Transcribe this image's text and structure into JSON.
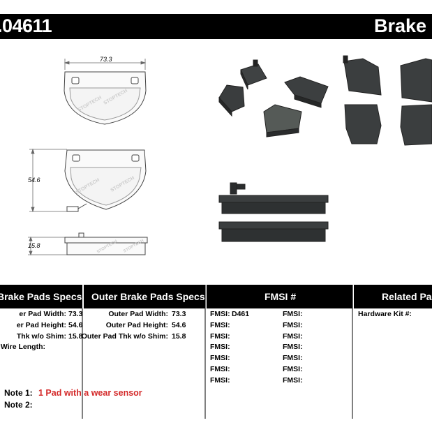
{
  "header": {
    "part_number": ".04611",
    "title": "Brake F"
  },
  "dimensions": {
    "width": "73.3",
    "height": "54.6",
    "thickness": "15.8"
  },
  "sections": {
    "inner": {
      "heading": "Brake Pads Specs",
      "rows": [
        {
          "label": "er Pad Width:",
          "value": "73.3"
        },
        {
          "label": "er Pad Height:",
          "value": "54.6"
        },
        {
          "label": "Thk w/o Shim:",
          "value": "15.8"
        },
        {
          "label": "r Wire Length:",
          "value": ""
        }
      ]
    },
    "outer": {
      "heading": "Outer Brake Pads Specs",
      "rows": [
        {
          "label": "Outer Pad Width:",
          "value": "73.3"
        },
        {
          "label": "Outer Pad Height:",
          "value": "54.6"
        },
        {
          "label": "Outer Pad Thk w/o Shim:",
          "value": "15.8"
        }
      ]
    },
    "fmsi": {
      "heading": "FMSI #",
      "left": [
        {
          "label": "FMSI:",
          "value": "D461"
        },
        {
          "label": "FMSI:",
          "value": ""
        },
        {
          "label": "FMSI:",
          "value": ""
        },
        {
          "label": "FMSI:",
          "value": ""
        },
        {
          "label": "FMSI:",
          "value": ""
        },
        {
          "label": "FMSI:",
          "value": ""
        },
        {
          "label": "FMSI:",
          "value": ""
        }
      ],
      "right": [
        {
          "label": "FMSI:",
          "value": ""
        },
        {
          "label": "FMSI:",
          "value": ""
        },
        {
          "label": "FMSI:",
          "value": ""
        },
        {
          "label": "FMSI:",
          "value": ""
        },
        {
          "label": "FMSI:",
          "value": ""
        },
        {
          "label": "FMSI:",
          "value": ""
        },
        {
          "label": "FMSI:",
          "value": ""
        }
      ]
    },
    "related": {
      "heading": "Related Pa",
      "hardware_label": "Hardware Kit #:"
    }
  },
  "notes": {
    "note1_label": "Note 1:",
    "note1_text": "1 Pad with a wear sensor",
    "note2_label": "Note 2:"
  },
  "colors": {
    "header_bg": "#000000",
    "note_red": "#d42a2a",
    "pad_dark": "#3a3d3e"
  }
}
